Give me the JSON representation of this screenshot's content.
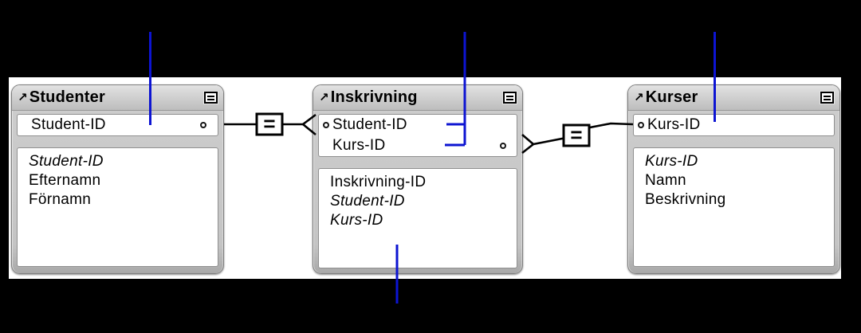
{
  "colors": {
    "background": "#000000",
    "canvas": "#ffffff",
    "callout_line": "#0d14d2",
    "table_chrome": "#c6c6c6",
    "connector_line": "#000000"
  },
  "icons": {
    "table_link_arrow": "↗",
    "fields_display_toggle": "list-toggle-glyph",
    "connector_endpoint": "small-ring",
    "crows_foot": "many-end-fork"
  },
  "graph": {
    "tables": [
      {
        "name": "Studenter",
        "match_fields": [
          {
            "label": "Student-ID",
            "connector_side": "right"
          }
        ],
        "fields": [
          {
            "label": "Student-ID",
            "italic": true
          },
          {
            "label": "Efternamn",
            "italic": false
          },
          {
            "label": "Förnamn",
            "italic": false
          }
        ]
      },
      {
        "name": "Inskrivning",
        "match_fields": [
          {
            "label": "Student-ID",
            "connector_side": "left"
          },
          {
            "label": "Kurs-ID",
            "connector_side": "right"
          }
        ],
        "fields": [
          {
            "label": "Inskrivning-ID",
            "italic": false
          },
          {
            "label": "Student-ID",
            "italic": true
          },
          {
            "label": "Kurs-ID",
            "italic": true
          }
        ]
      },
      {
        "name": "Kurser",
        "match_fields": [
          {
            "label": "Kurs-ID",
            "connector_side": "left"
          }
        ],
        "fields": [
          {
            "label": "Kurs-ID",
            "italic": true
          },
          {
            "label": "Namn",
            "italic": false
          },
          {
            "label": "Beskrivning",
            "italic": false
          }
        ]
      }
    ],
    "relationships": [
      {
        "operator": "=",
        "left_table": "Studenter",
        "left_field": "Student-ID",
        "right_table": "Inskrivning",
        "right_field": "Student-ID",
        "many_side": "Inskrivning"
      },
      {
        "operator": "=",
        "left_table": "Inskrivning",
        "left_field": "Kurs-ID",
        "right_table": "Kurser",
        "right_field": "Kurs-ID",
        "many_side": "Inskrivning"
      }
    ],
    "callout_line_count": 4
  }
}
